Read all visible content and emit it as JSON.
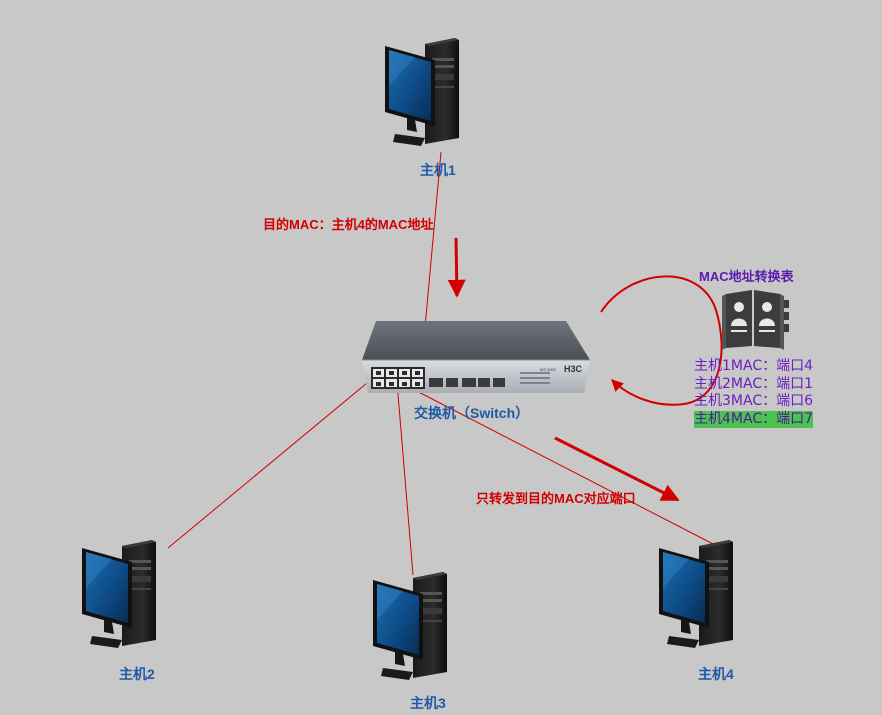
{
  "hosts": [
    {
      "label": "主机1"
    },
    {
      "label": "主机2"
    },
    {
      "label": "主机3"
    },
    {
      "label": "主机4"
    }
  ],
  "switch": {
    "label": "交换机（Switch）",
    "model": "H3C",
    "model_sub": "MS 5000"
  },
  "annotations": {
    "dest_mac": "目的MAC：主机4的MAC地址",
    "forward_only": "只转发到目的MAC对应端口"
  },
  "mac_table": {
    "title": "MAC地址转换表",
    "entries": [
      {
        "text": "主机1MAC：端口4",
        "highlighted": false
      },
      {
        "text": "主机2MAC：端口1",
        "highlighted": false
      },
      {
        "text": "主机3MAC：端口6",
        "highlighted": false
      },
      {
        "text": "主机4MAC：端口7",
        "highlighted": true
      }
    ]
  },
  "colors": {
    "background": "#c8c8c8",
    "link_line": "#d20000",
    "host_label": "#1e5aa8",
    "table_text": "#6a1fc0",
    "highlight": "#4ec24e"
  },
  "icons": [
    "desktop-computer-icon",
    "network-switch-icon",
    "address-book-icon",
    "arrow-icon"
  ]
}
